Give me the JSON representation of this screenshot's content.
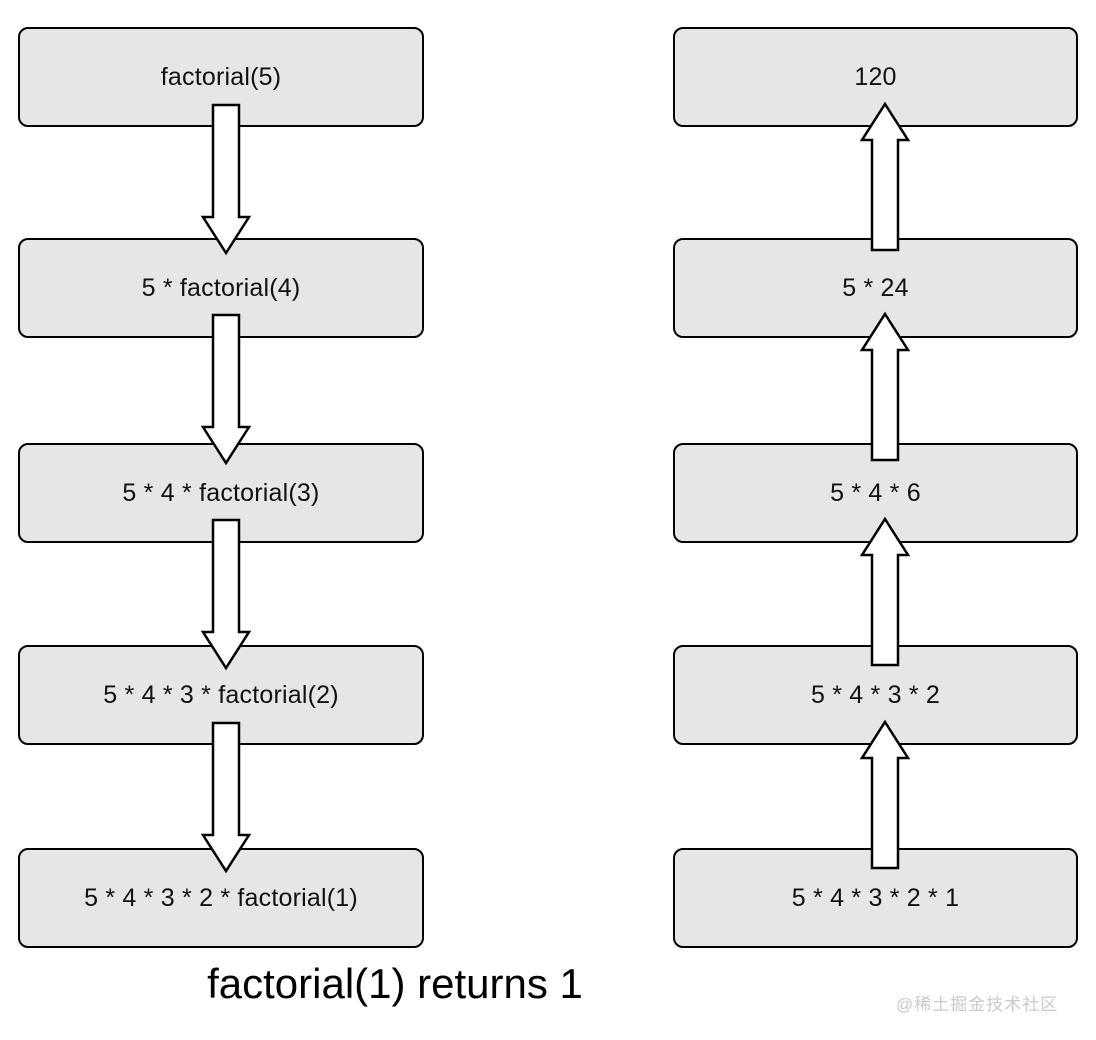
{
  "diagram": {
    "title": "Recursive factorial call stack diagram",
    "caption": "factorial(1) returns 1",
    "watermark": "@稀土掘金技术社区",
    "colors": {
      "box_fill": "#e6e6e6",
      "box_border": "#000000",
      "arrow_fill": "#ffffff",
      "arrow_stroke": "#000000",
      "text": "#111111",
      "background": "#ffffff",
      "watermark_text": "#c9c9c9"
    },
    "columns": [
      {
        "name": "call-descent",
        "direction": "down",
        "arrow_icon": "arrow-down-icon",
        "nodes": [
          {
            "label": "factorial(5)"
          },
          {
            "label": "5 * factorial(4)"
          },
          {
            "label": "5 * 4 * factorial(3)"
          },
          {
            "label": "5 * 4 * 3 * factorial(2)"
          },
          {
            "label": "5 * 4 * 3 * 2 * factorial(1)"
          }
        ]
      },
      {
        "name": "return-ascent",
        "direction": "up",
        "arrow_icon": "arrow-up-icon",
        "nodes": [
          {
            "label": "120"
          },
          {
            "label": "5 * 24"
          },
          {
            "label": "5 * 4 * 6"
          },
          {
            "label": "5 * 4 * 3 * 2"
          },
          {
            "label": "5 * 4 * 3 * 2 * 1"
          }
        ]
      }
    ]
  }
}
